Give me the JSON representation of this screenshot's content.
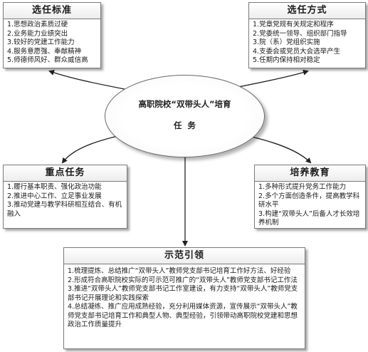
{
  "center": {
    "line1": "高职院校“双带头人”培育",
    "line2": "任务"
  },
  "criteria": {
    "title": "选任标准",
    "items": [
      "1.思想政治素质过硬",
      "2.业务能力业绩突出",
      "3.较好的党建工作能力",
      "4.服务意愿强、奉献精神",
      "5.师德师风好、群众威信高"
    ]
  },
  "method": {
    "title": "选任方式",
    "items": [
      "1.党章党规有关规定和程序",
      "2.党委统一领导、组织部门指导",
      "3.院（系）党组织实施",
      "4.支委会或党员大会选举产生",
      "5.任期内保持相对稳定"
    ]
  },
  "key_tasks": {
    "title": "重点任务",
    "items": [
      "1.履行基本职责、强化政治功能",
      "2.推进中心工作、立足事业发展",
      "3.推动党建与教学科研相互结合、有机融入"
    ]
  },
  "training": {
    "title": "培养教育",
    "items": [
      "1.多种形式提升党务工作能力",
      "2.多个方面创造条件，提高教学科研水平",
      "3.构建“双带头人”后备人才长效培养机制"
    ]
  },
  "demo": {
    "title": "示范引领",
    "items": [
      "1.梳理提炼、总结推广“双带头人”教师党支部书记培育工作好方法、好经验",
      "2.形成符合高职院校实际的可示范可推广的“双带头人”教师党支部书记工作法",
      "3.推进“双带头人”教师党支部书记工作室建设，有力支持“双带头人”教师党支部书记开展理论和实践探索",
      "4.总结凝练、推广应用成熟经验，充分利用媒体资源，宣传展示“双带头人”教师党支部书记培育工作和典型人物、典型经验，引领带动高职院校党建和思想政治工作质量提升"
    ]
  }
}
